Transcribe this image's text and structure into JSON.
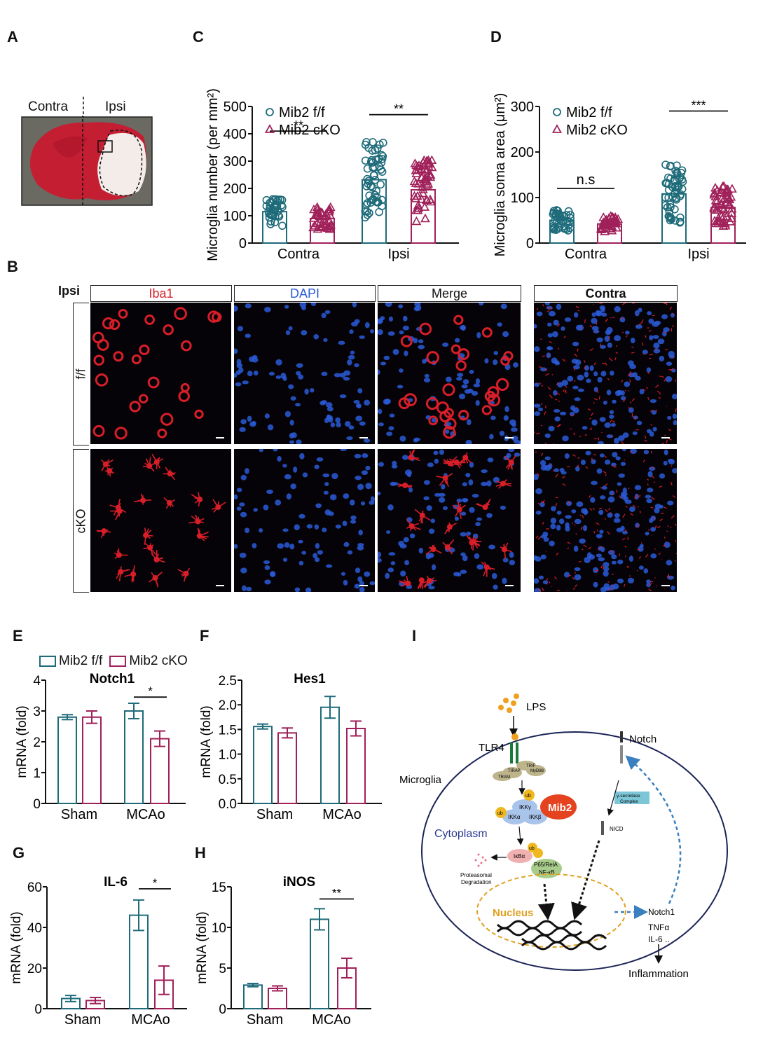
{
  "panels": {
    "A": "A",
    "B": "B",
    "C": "C",
    "D": "D",
    "E": "E",
    "F": "F",
    "G": "G",
    "H": "H",
    "I": "I"
  },
  "panelA": {
    "contra": "Contra",
    "ipsi": "Ipsi"
  },
  "panelB": {
    "ipsi": "Ipsi",
    "headers": [
      "Iba1",
      "DAPI",
      "Merge"
    ],
    "contra": "Contra",
    "rows": [
      "f/f",
      "cKO"
    ],
    "colors": {
      "iba1": "#d81e28",
      "dapi": "#2a5bd7"
    }
  },
  "colors": {
    "ff": "#1e6b7a",
    "cko": "#a0205a",
    "dash": "#3a7fbf",
    "nucleus": "#e0a020"
  },
  "legend": {
    "ff": "Mib2 f/f",
    "cko": "Mib2 cKO"
  },
  "chart_data": [
    {
      "id": "C",
      "type": "bar",
      "ylabel": "Microglia number (per mm²)",
      "categories": [
        "Contra",
        "Ipsi"
      ],
      "ylim": [
        0,
        500
      ],
      "yticks": [
        0,
        100,
        200,
        300,
        400,
        500
      ],
      "series": [
        {
          "name": "Mib2 f/f",
          "values": [
            115,
            232
          ]
        },
        {
          "name": "Mib2 cKO",
          "values": [
            90,
            195
          ]
        }
      ],
      "sig": [
        "**",
        "**"
      ]
    },
    {
      "id": "D",
      "type": "bar",
      "ylabel": "Microglia soma area (μm²)",
      "categories": [
        "Contra",
        "Ipsi"
      ],
      "ylim": [
        0,
        300
      ],
      "yticks": [
        0,
        100,
        200,
        300
      ],
      "series": [
        {
          "name": "Mib2 f/f",
          "values": [
            50,
            108
          ]
        },
        {
          "name": "Mib2 cKO",
          "values": [
            42,
            78
          ]
        }
      ],
      "sig": [
        "n.s",
        "***"
      ]
    },
    {
      "id": "E",
      "type": "bar",
      "title": "Notch1",
      "ylabel": "mRNA (fold)",
      "categories": [
        "Sham",
        "MCAo"
      ],
      "ylim": [
        0,
        4
      ],
      "yticks": [
        0,
        1,
        2,
        3,
        4
      ],
      "series": [
        {
          "name": "Mib2 f/f",
          "values": [
            2.8,
            3.0
          ],
          "errors": [
            0.08,
            0.25
          ]
        },
        {
          "name": "Mib2 cKO",
          "values": [
            2.8,
            2.1
          ],
          "errors": [
            0.2,
            0.25
          ]
        }
      ],
      "sig": [
        "",
        "*"
      ]
    },
    {
      "id": "F",
      "type": "bar",
      "title": "Hes1",
      "ylabel": "mRNA (fold)",
      "categories": [
        "Sham",
        "MCAo"
      ],
      "ylim": [
        0,
        2.5
      ],
      "yticks": [
        "0.0",
        "0.5",
        "1.0",
        "1.5",
        "2.0",
        "2.5"
      ],
      "series": [
        {
          "name": "Mib2 f/f",
          "values": [
            1.56,
            1.95
          ],
          "errors": [
            0.05,
            0.22
          ]
        },
        {
          "name": "Mib2 cKO",
          "values": [
            1.43,
            1.52
          ],
          "errors": [
            0.1,
            0.15
          ]
        }
      ],
      "sig": [
        "",
        ""
      ]
    },
    {
      "id": "G",
      "type": "bar",
      "title": "IL-6",
      "ylabel": "mRNA (fold)",
      "categories": [
        "Sham",
        "MCAo"
      ],
      "ylim": [
        0,
        60
      ],
      "yticks": [
        0,
        20,
        40,
        60
      ],
      "series": [
        {
          "name": "Mib2 f/f",
          "values": [
            5,
            46
          ],
          "errors": [
            1.5,
            7.5
          ]
        },
        {
          "name": "Mib2 cKO",
          "values": [
            4,
            14
          ],
          "errors": [
            1.5,
            7
          ]
        }
      ],
      "sig": [
        "",
        "*"
      ]
    },
    {
      "id": "H",
      "type": "bar",
      "title": "iNOS",
      "ylabel": "mRNA (fold)",
      "categories": [
        "Sham",
        "MCAo"
      ],
      "ylim": [
        0,
        15
      ],
      "yticks": [
        0,
        5,
        10,
        15
      ],
      "series": [
        {
          "name": "Mib2 f/f",
          "values": [
            2.9,
            11
          ],
          "errors": [
            0.2,
            1.3
          ]
        },
        {
          "name": "Mib2 cKO",
          "values": [
            2.5,
            5
          ],
          "errors": [
            0.3,
            1.2
          ]
        }
      ],
      "sig": [
        "",
        "**"
      ]
    }
  ],
  "diagram": {
    "lps": "LPS",
    "tlr4": "TLR4",
    "notch": "Notch",
    "microglia": "Microglia",
    "cytoplasm": "Cytoplasm",
    "mib2": "Mib2",
    "ikkg": "IKKγ",
    "ikka": "IKKα",
    "ikkb": "IKKβ",
    "ub": "ub",
    "tirap": "TIRAP",
    "tram": "TRAM",
    "trif": "TRIF",
    "myd88": "MyD88",
    "ikba": "IκBα",
    "p65": "P65/RelA",
    "nfkb": "NF-κB",
    "proteasomal": "Proteasomal",
    "degradation": "Degradation",
    "gamma": "γ-secretase",
    "complex": "Complex",
    "nicd": "NICD",
    "nucleus": "Nucleus",
    "notch1": "Notch1",
    "tnfa": "TNFα",
    "il6": "IL-6 ..",
    "inflammation": "Inflammation"
  }
}
